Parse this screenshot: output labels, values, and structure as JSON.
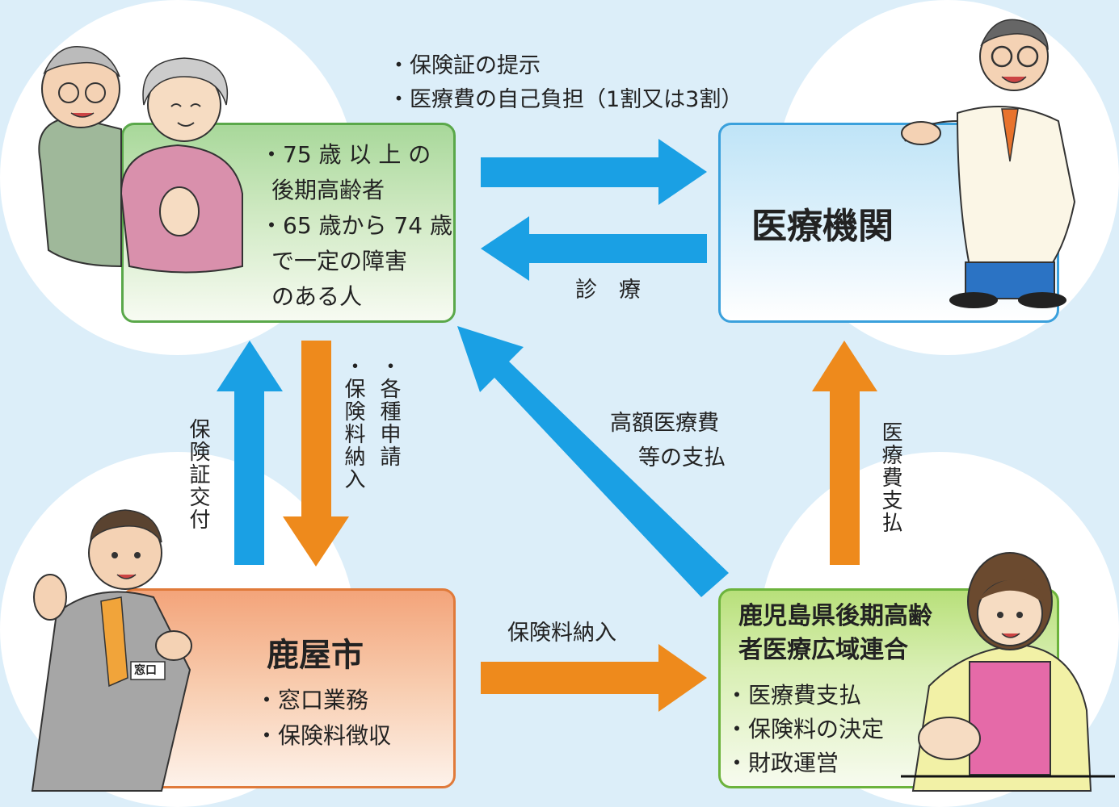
{
  "top_notes": [
    "・保険証の提示",
    "・医療費の自己負担（1割又は3割）"
  ],
  "elderly_box": {
    "lines": [
      "・75 歳 以 上 の",
      "後期高齢者",
      "・65 歳から 74 歳",
      "で一定の障害",
      "のある人"
    ]
  },
  "medical_box": {
    "title": "医療機関"
  },
  "city_box": {
    "title": "鹿屋市",
    "lines": [
      "・窓口業務",
      "・保険料徴収"
    ]
  },
  "union_box": {
    "title_lines": [
      "鹿児島県後期高齢",
      "者医療広域連合"
    ],
    "lines": [
      "・医療費支払",
      "・保険料の決定",
      "・財政運営"
    ]
  },
  "arrows": {
    "treatment": "診　療",
    "card_issue": "保険証交付",
    "applications": "・各種申請",
    "premium_payment_vertical": "・保険料納入",
    "high_cost_lines": [
      "高額医療費",
      "等の支払"
    ],
    "medical_payment": "医療費支払",
    "premium_payment": "保険料納入"
  },
  "badge": {
    "window_label": "窓口"
  },
  "colors": {
    "blue_arrow": "#1aa0e4",
    "orange_arrow": "#ee8a1c",
    "background": "#dceef9"
  }
}
